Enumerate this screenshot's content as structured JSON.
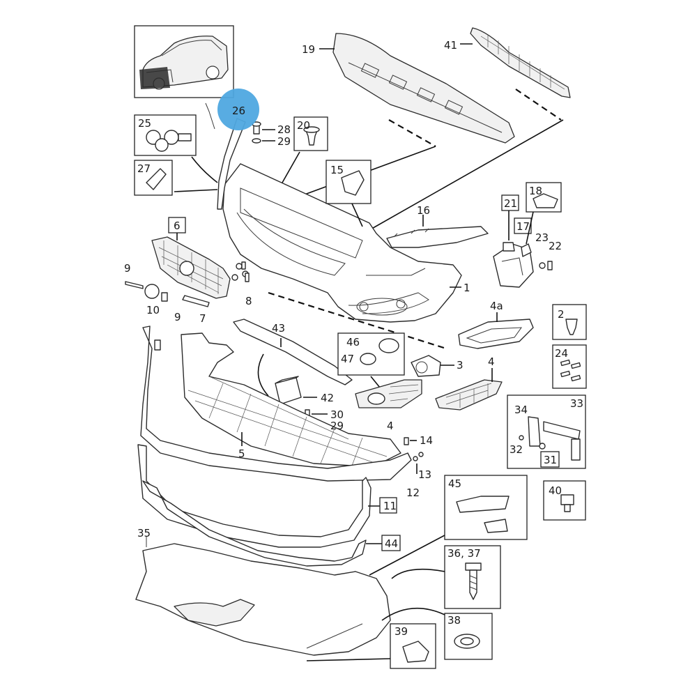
{
  "highlight_color": "#4fa8e0",
  "labels": {
    "l1": "1",
    "l2": "2",
    "l3": "3",
    "l4a": "4",
    "l4b": "4",
    "l4c": "4a",
    "l5": "5",
    "l6": "6",
    "l7": "7",
    "l8": "8",
    "l9a": "9",
    "l9b": "9",
    "l10": "10",
    "l11": "11",
    "l12": "12",
    "l13": "13",
    "l14": "14",
    "l15": "15",
    "l16": "16",
    "l17": "17",
    "l18": "18",
    "l19": "19",
    "l20": "20",
    "l21": "21",
    "l22": "22",
    "l23": "23",
    "l24": "24",
    "l25": "25",
    "l26": "26",
    "l27": "27",
    "l28": "28",
    "l29a": "29",
    "l29b": "29",
    "l30": "30",
    "l31": "31",
    "l32": "32",
    "l33": "33",
    "l34": "34",
    "l35": "35",
    "l3637": "36, 37",
    "l38": "38",
    "l39": "39",
    "l40": "40",
    "l41": "41",
    "l42": "42",
    "l43": "43",
    "l44": "44",
    "l45": "45",
    "l46": "46",
    "l47": "47"
  }
}
